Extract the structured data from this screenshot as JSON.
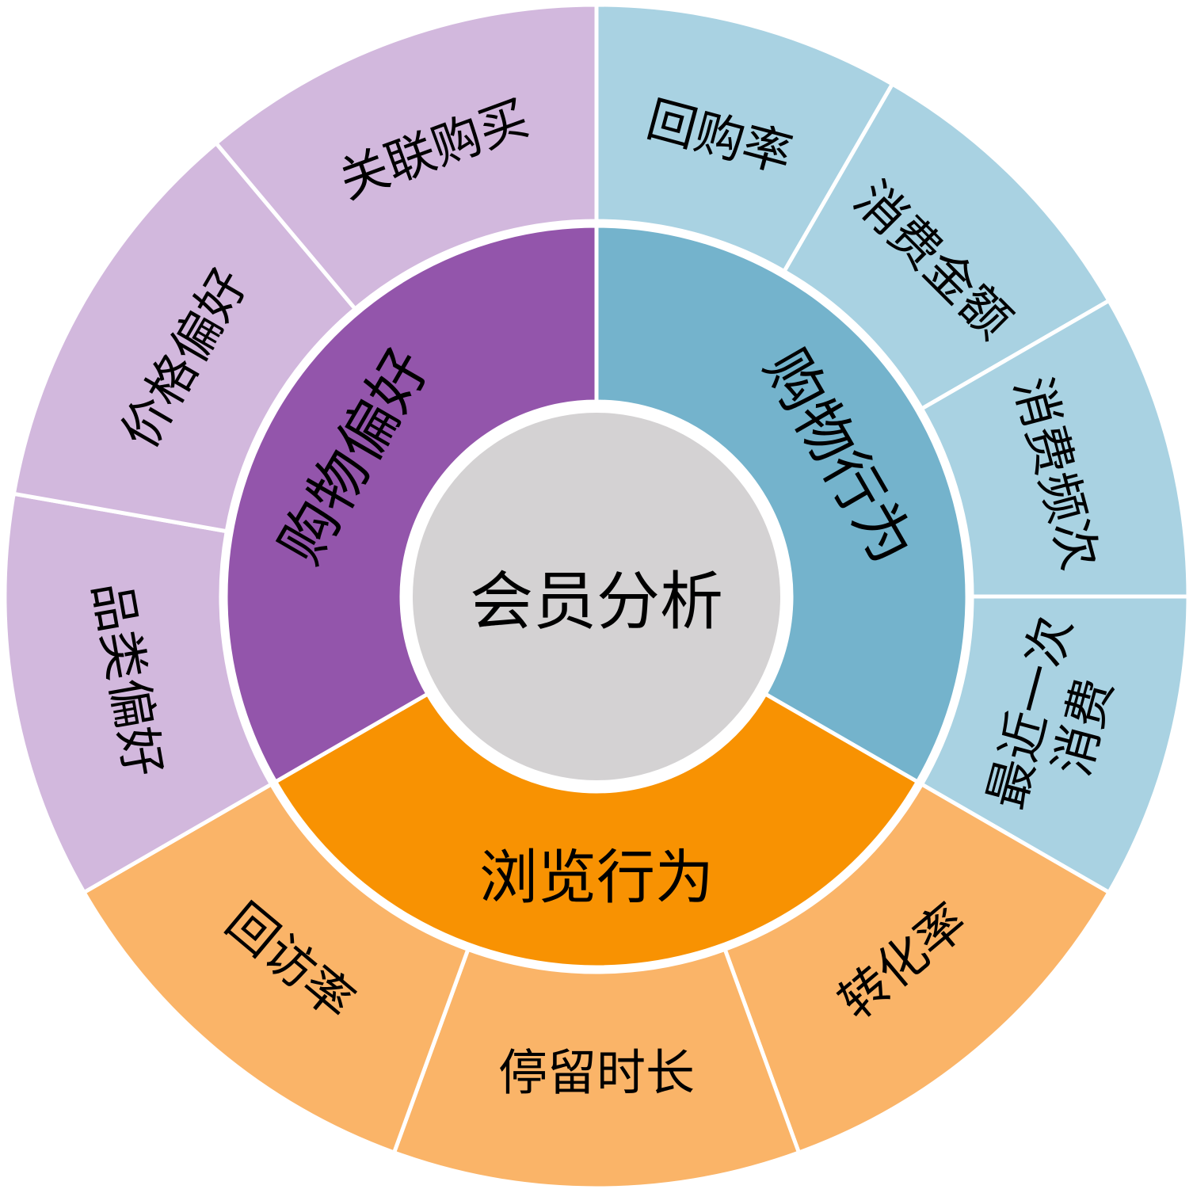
{
  "page": {
    "background": "#FFFFFF"
  },
  "chart_data": {
    "type": "sunburst",
    "title": "会员分析",
    "legend": "none",
    "grid": "off",
    "angle_unit": "degrees_clockwise_from_top",
    "center": {
      "label": "会员分析",
      "color": "#D4D2D3",
      "text_color": "#000000"
    },
    "categories": [
      {
        "label": "购物行为",
        "color": "#74B3CC",
        "child_color": "#A9D2E2",
        "start": 0,
        "end": 120,
        "children": [
          {
            "label": "回购率",
            "start": 0,
            "end": 30
          },
          {
            "label": "消费金额",
            "start": 30,
            "end": 60
          },
          {
            "label": "消费频次",
            "start": 60,
            "end": 90
          },
          {
            "label": "最近一次消费",
            "lines": [
              "最近一次",
              "消费"
            ],
            "start": 90,
            "end": 120
          }
        ]
      },
      {
        "label": "浏览行为",
        "color": "#F89202",
        "child_color": "#FAB468",
        "start": 120,
        "end": 240,
        "children": [
          {
            "label": "转化率",
            "start": 120,
            "end": 160
          },
          {
            "label": "停留时长",
            "start": 160,
            "end": 200
          },
          {
            "label": "回访率",
            "start": 200,
            "end": 240
          }
        ]
      },
      {
        "label": "购物偏好",
        "color": "#9355AB",
        "child_color": "#D2B8DD",
        "start": 240,
        "end": 360,
        "children": [
          {
            "label": "品类偏好",
            "start": 240,
            "end": 280
          },
          {
            "label": "价格偏好",
            "start": 280,
            "end": 320
          },
          {
            "label": "关联购买",
            "start": 320,
            "end": 360
          }
        ]
      }
    ]
  }
}
